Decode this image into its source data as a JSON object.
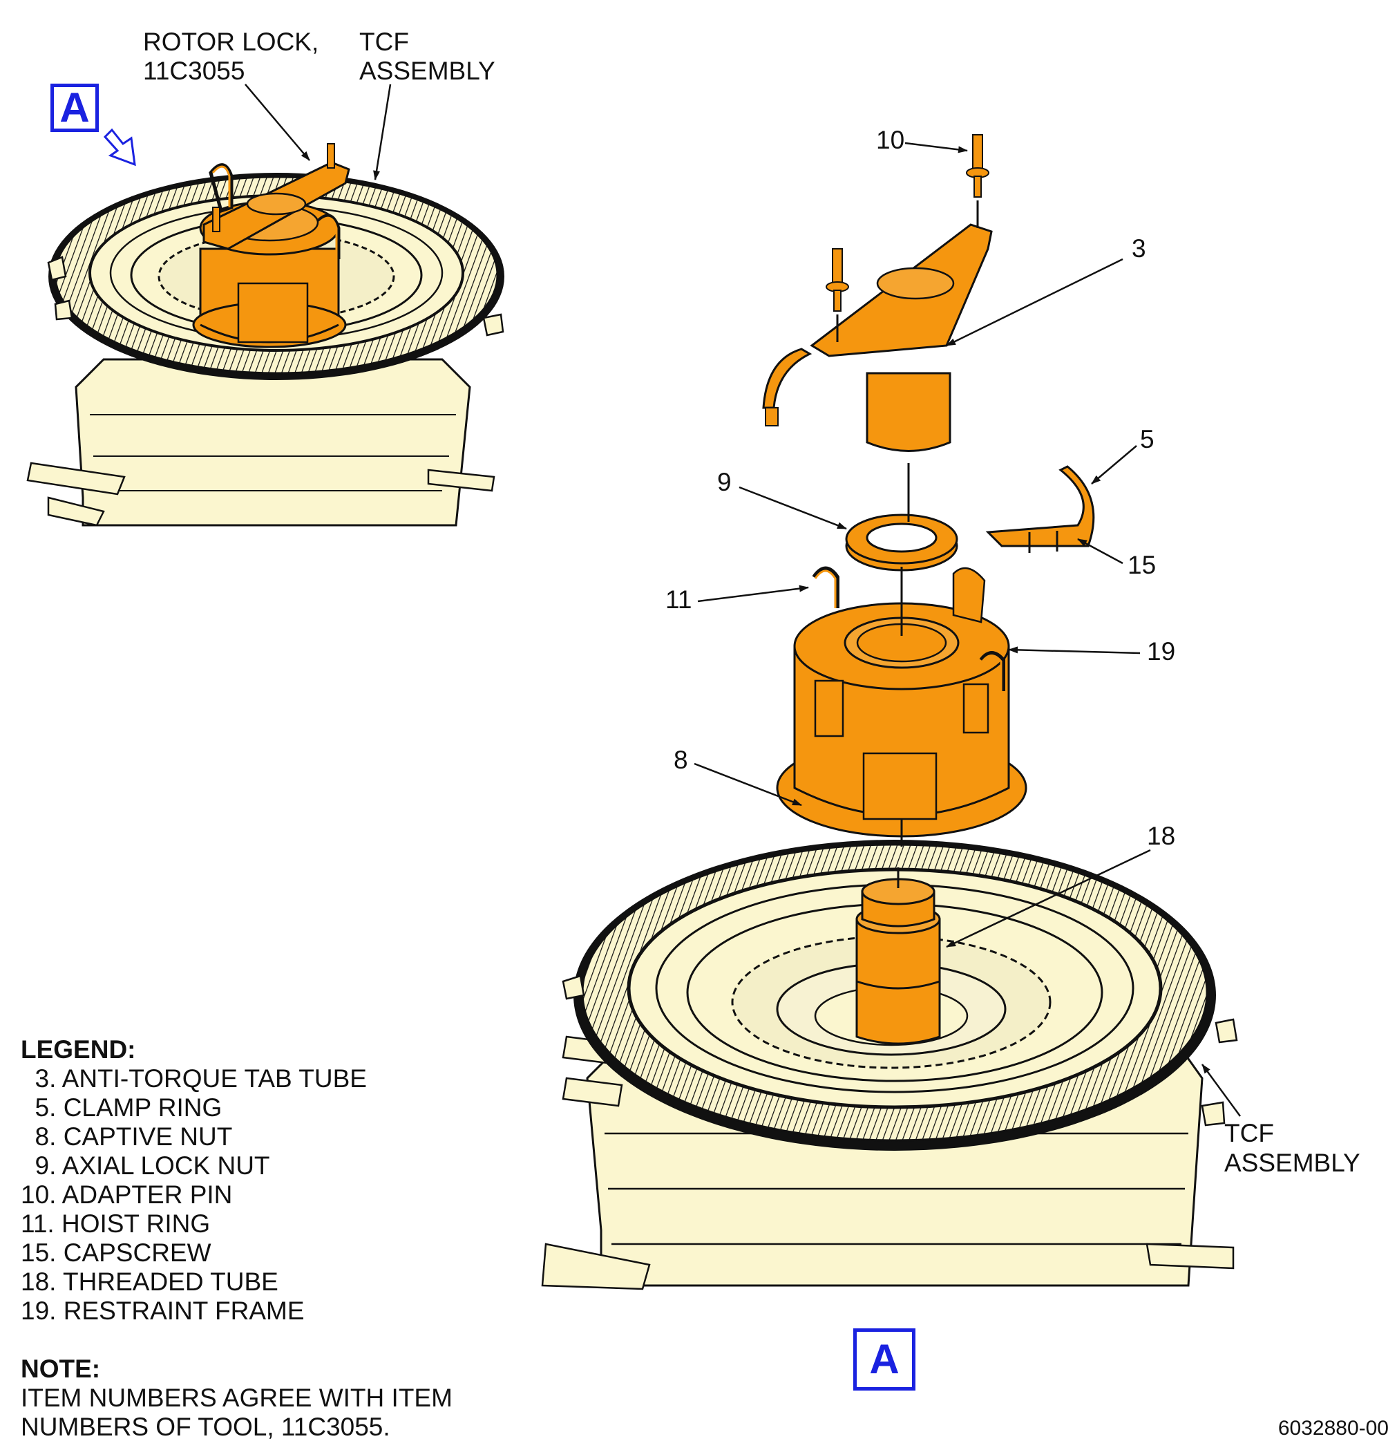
{
  "view_marker": "A",
  "callouts": {
    "rotor_lock": [
      "ROTOR LOCK,",
      "11C3055"
    ],
    "tcf_top": [
      "TCF",
      "ASSEMBLY"
    ],
    "tcf_bottom": [
      "TCF",
      "ASSEMBLY"
    ],
    "items": [
      "10",
      "3",
      "5",
      "9",
      "15",
      "11",
      "19",
      "8",
      "18"
    ]
  },
  "legend": {
    "title": "LEGEND:",
    "items": [
      "  3. ANTI-TORQUE TAB TUBE",
      "  5. CLAMP RING",
      "  8. CAPTIVE NUT",
      "  9. AXIAL LOCK NUT",
      "10. ADAPTER PIN",
      "11. HOIST RING",
      "15. CAPSCREW",
      "18. THREADED TUBE",
      "19. RESTRAINT FRAME"
    ]
  },
  "note": {
    "title": "NOTE:",
    "lines": [
      "ITEM NUMBERS AGREE WITH ITEM",
      "NUMBERS OF TOOL, 11C3055."
    ]
  },
  "document_id": "6032880-00",
  "colors": {
    "tool_orange": "#f5960f",
    "engine_cream": "#fbf6cf",
    "view_blue": "#1a22e0",
    "line": "#111111"
  }
}
